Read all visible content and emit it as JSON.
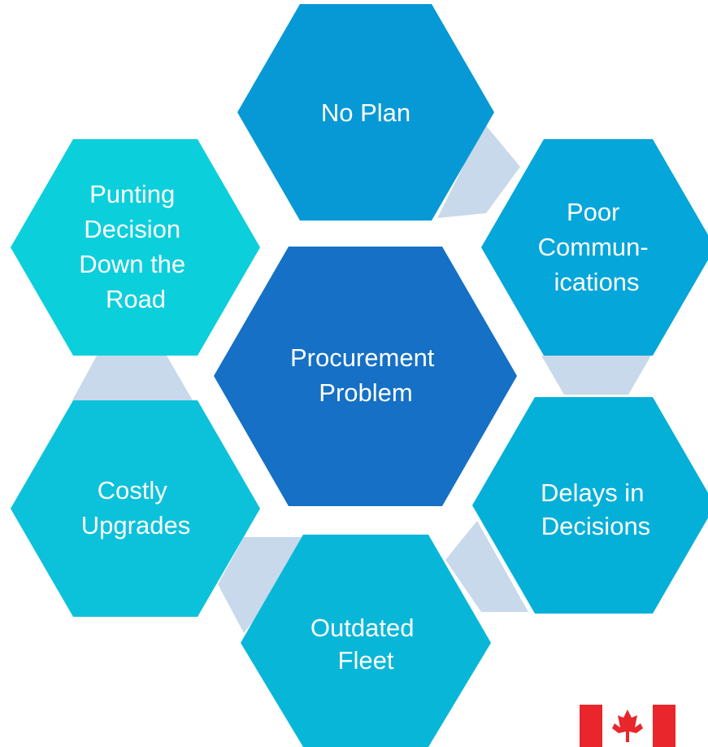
{
  "diagram": {
    "center": {
      "lines": [
        "Procurement",
        "Problem"
      ],
      "color": "#1570c6"
    },
    "nodes": [
      {
        "id": "no-plan",
        "lines": [
          "No Plan"
        ],
        "color": "#0799d5"
      },
      {
        "id": "poor-communications",
        "lines": [
          "Poor",
          "Commun-",
          "ications"
        ],
        "color": "#05a6da"
      },
      {
        "id": "delays-in-decisions",
        "lines": [
          "Delays in",
          "Decisions"
        ],
        "color": "#05b0d8"
      },
      {
        "id": "outdated-fleet",
        "lines": [
          "Outdated",
          "Fleet"
        ],
        "color": "#08b7d8"
      },
      {
        "id": "costly-upgrades",
        "lines": [
          "Costly",
          "Upgrades"
        ],
        "color": "#0bc2da"
      },
      {
        "id": "punting-decision",
        "lines": [
          "Punting",
          "Decision",
          "Down the",
          "Road"
        ],
        "color": "#0ccfdc"
      }
    ],
    "connector_color": "#c8d9eb",
    "flag": {
      "red": "#e8262b",
      "white": "#ffffff"
    }
  }
}
